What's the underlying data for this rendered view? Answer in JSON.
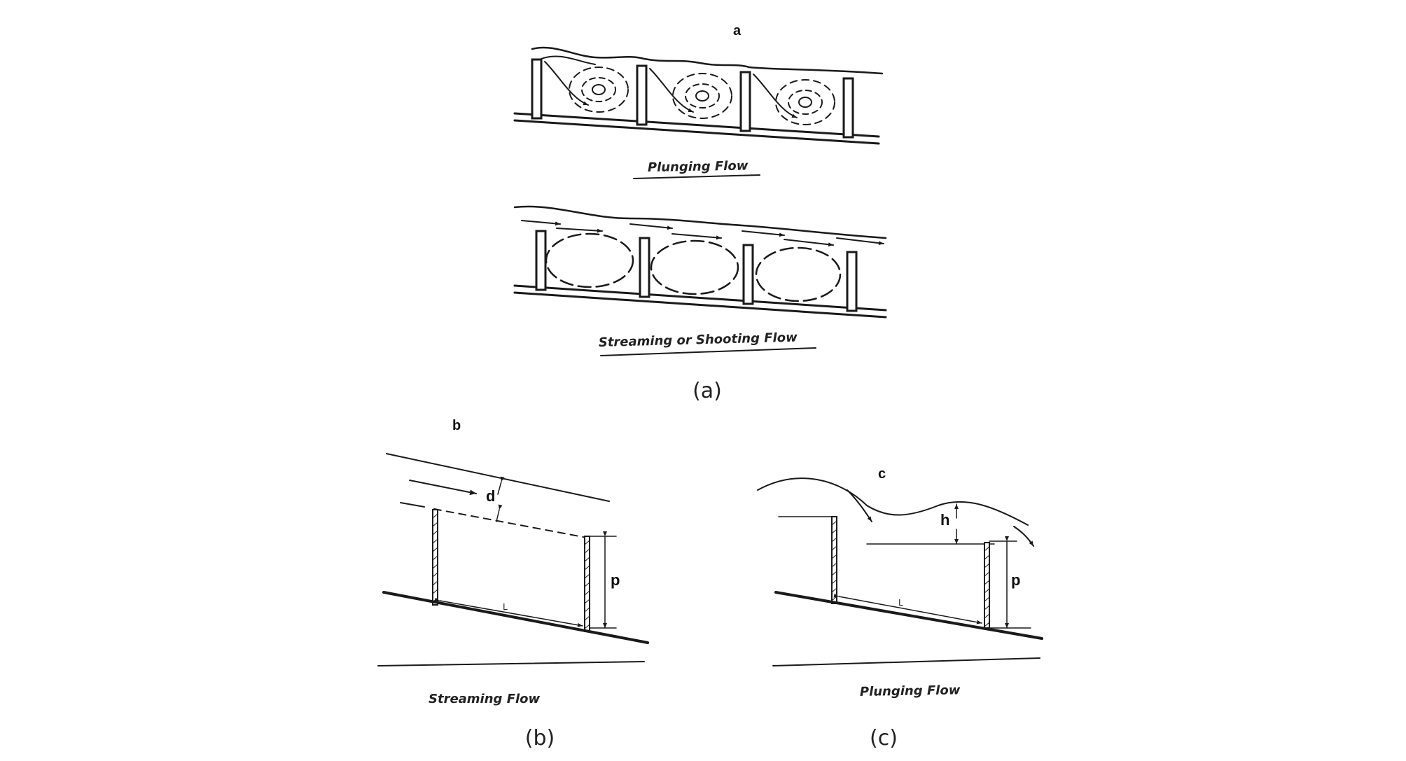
{
  "panel_a": {
    "letter": "a",
    "top_label": "Plunging Flow",
    "bottom_label": "Streaming or Shooting Flow",
    "caption": "(a)"
  },
  "panel_b": {
    "letter": "b",
    "label_d": "d",
    "label_p": "p",
    "label_L": "L",
    "flow_label": "Streaming Flow",
    "caption": "(b)"
  },
  "panel_c": {
    "letter": "c",
    "label_h": "h",
    "label_p": "p",
    "label_L": "L",
    "flow_label": "Plunging Flow",
    "caption": "(c)"
  }
}
